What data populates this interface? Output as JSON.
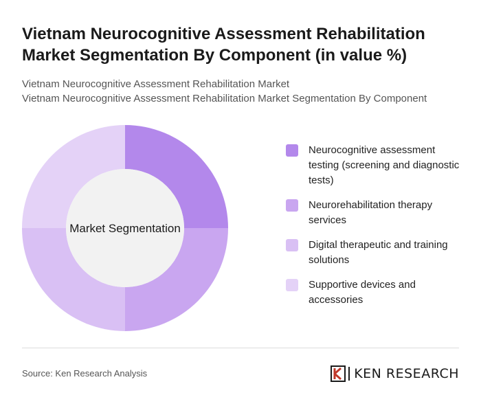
{
  "header": {
    "title": "Vietnam Neurocognitive Assessment Rehabilitation Market Segmentation By Component (in value %)",
    "subtitle_1": "Vietnam Neurocognitive Assessment Rehabilitation Market",
    "subtitle_2": "Vietnam Neurocognitive Assessment Rehabilitation Market Segmentation By Component"
  },
  "chart_data": {
    "type": "pie",
    "variant": "donut",
    "center_label": "Market Segmentation",
    "legend_position": "right",
    "slices": [
      {
        "label": "Neurocognitive assessment testing (screening and diagnostic tests)",
        "value": 25,
        "color": "#b388eb"
      },
      {
        "label": "Neurorehabilitation therapy services",
        "value": 25,
        "color": "#c9a6f0"
      },
      {
        "label": "Digital therapeutic and training solutions",
        "value": 25,
        "color": "#d9c0f4"
      },
      {
        "label": "Supportive devices and accessories",
        "value": 25,
        "color": "#e4d2f7"
      }
    ]
  },
  "footer": {
    "source": "Source: Ken Research Analysis",
    "brand": "KEN RESEARCH"
  },
  "colors": {
    "center_fill": "#f2f2f2",
    "divider": "#dddddd"
  }
}
